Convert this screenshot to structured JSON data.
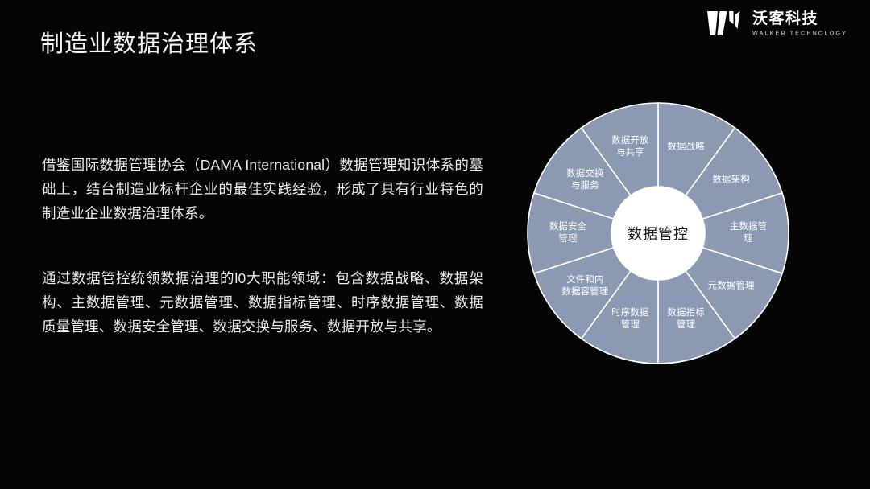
{
  "header": {
    "title": "制造业数据治理体系"
  },
  "brand": {
    "mark_icon": "walker-w-logo-icon",
    "name": "沃客科技",
    "subtitle": "WALKER TECHNOLOGY"
  },
  "content": {
    "paragraph_intro": "借鉴国际数据管理协会（DAMA International）数据管理知识体系的墓础上，结台制造业标杆企业的最佳实践经验，形成了具有行业特色的制造业企业数据治理体系。",
    "paragraph_domains": "通过数据管控统领数据治理的l0大职能领域：包含数据战略、数据架构、主数据管理、元数据管理、数据指标管理、时序数据管理、数据质量管理、数据安全管理、数据交换与服务、数据开放与共享。"
  },
  "diagram": {
    "type": "radial-wheel",
    "hub_label": "数据管控",
    "segment_count": 10,
    "colors": {
      "segment_fill": "#8b9ab2",
      "segment_divider": "#ffffff",
      "hub_fill": "#ffffff",
      "hub_text": "#1d1d1d",
      "label_text": "#ffffff",
      "background": "#000000"
    },
    "segments": [
      {
        "label": "数据战略",
        "start_angle": -90,
        "end_angle": -54
      },
      {
        "label": "数据架构",
        "start_angle": -54,
        "end_angle": -18
      },
      {
        "label": "主数据管理",
        "start_angle": -18,
        "end_angle": 18
      },
      {
        "label": "元数据管理",
        "start_angle": 18,
        "end_angle": 54
      },
      {
        "label": "数据指标\n管理",
        "start_angle": 54,
        "end_angle": 90
      },
      {
        "label": "时序数据\n管理",
        "start_angle": 90,
        "end_angle": 126
      },
      {
        "label": "文件和内\n数据容管理",
        "start_angle": 126,
        "end_angle": 162
      },
      {
        "label": "数据安全\n管理",
        "start_angle": 162,
        "end_angle": 198
      },
      {
        "label": "数据交换\n与服务",
        "start_angle": 198,
        "end_angle": 234
      },
      {
        "label": "数据开放\n与共享",
        "start_angle": 234,
        "end_angle": 270
      }
    ]
  }
}
